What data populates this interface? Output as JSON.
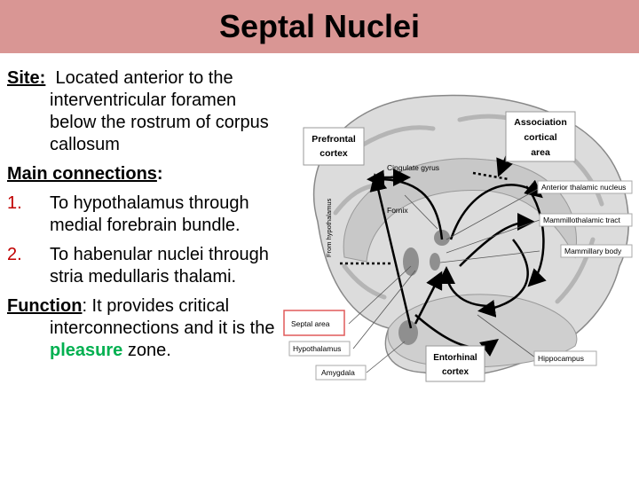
{
  "slide": {
    "title": "Septal Nuclei"
  },
  "site": {
    "label": "Site:",
    "text": "Located anterior to the interventricular foramen below the rostrum of corpus callosum"
  },
  "connections": {
    "label": "Main connections",
    "colon": ":",
    "items": [
      {
        "number": "1.",
        "text": "To hypothalamus through medial forebrain bundle."
      },
      {
        "number": "2.",
        "text": "To habenular nuclei through stria medullaris thalami."
      }
    ]
  },
  "function": {
    "label": "Function",
    "text_before": ": It provides critical interconnections  and it is the ",
    "highlight": "pleasure",
    "text_after": " zone.",
    "highlight_color": "#00b050"
  },
  "diagram": {
    "labels": {
      "prefrontal": [
        "Prefrontal",
        "cortex"
      ],
      "association": [
        "Association",
        "cortical",
        "area"
      ],
      "cingulate": "Cingulate gyrus",
      "anterior_thalamic": "Anterior thalamic nucleus",
      "fornix": "Fornix",
      "mammillothalamic": "Mammillothalamic tract",
      "mammillary_body": "Mammillary body",
      "from_hypothalamus": "From hypothalamus",
      "septal_area": "Septal area",
      "hypothalamus": "Hypothalamus",
      "amygdala": "Amygdala",
      "entorhinal": [
        "Entorhinal",
        "cortex"
      ],
      "hippocampus": "Hippocampus"
    },
    "colors": {
      "brain": "#dcdcdc",
      "septal_box": "#e05a5a"
    }
  }
}
